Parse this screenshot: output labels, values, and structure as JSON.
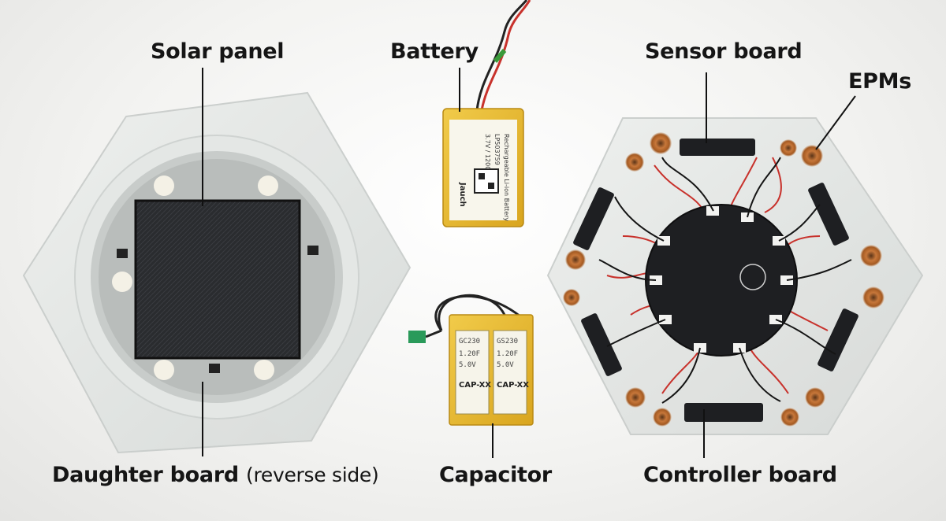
{
  "labels": {
    "solar_panel": "Solar panel",
    "battery": "Battery",
    "sensor_board": "Sensor board",
    "epms": "EPMs",
    "daughter_board": "Daughter board",
    "daughter_board_note": "(reverse side)",
    "capacitor": "Capacitor",
    "controller_board": "Controller board"
  },
  "battery_print": {
    "line1": "Rechargeable Li-ion Battery",
    "line2": "LP503759",
    "line3": "3.7V / 1200mAh",
    "brand": "Jauch"
  },
  "capacitor_print": {
    "left_code": "GC230",
    "right_code": "GS230",
    "value": "1.20F",
    "voltage": "5.0V",
    "brand": "CAP-XX"
  },
  "colors": {
    "background": "#f2f2f0",
    "label_text": "#151515",
    "kapton_yellow": "#e6b72c",
    "pcb_black": "#1e1f22",
    "solar_cell": "#2a2c2f",
    "wire_red": "#c8322c",
    "copper_coil": "#b5672c"
  }
}
